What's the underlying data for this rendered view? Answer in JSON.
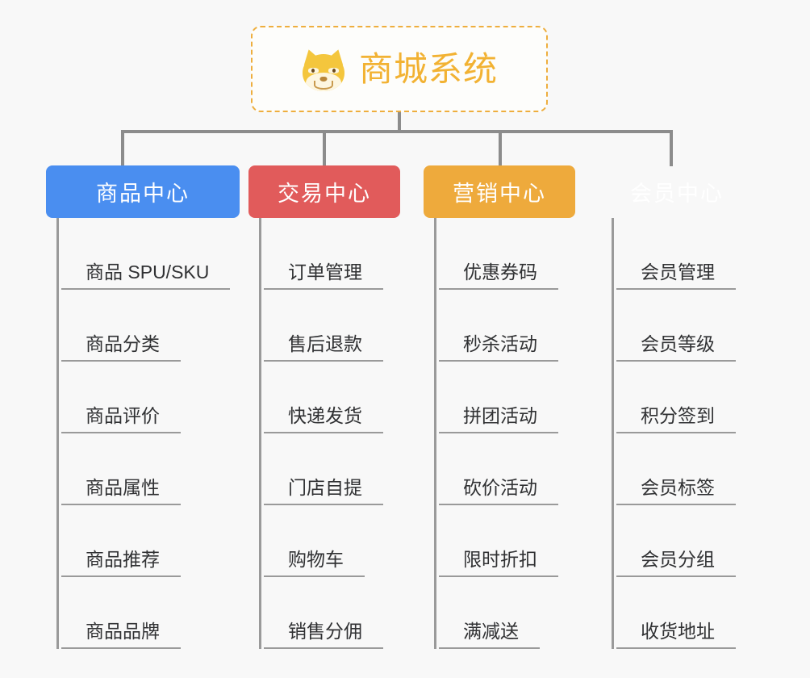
{
  "diagram": {
    "type": "org-chart-mindmap",
    "background_color": "#f8f8f8",
    "connector_color": "#8c8c8c",
    "root": {
      "title": "商城系统",
      "icon": "shiba-dog-face-icon",
      "text_color": "#f2b233",
      "border_color": "#eeae3e",
      "border_style": "dashed",
      "fill_color": "#fdfdfb"
    },
    "categories": [
      {
        "label": "商品中心",
        "color": "#4a8ef0",
        "items": [
          "商品 SPU/SKU",
          "商品分类",
          "商品评价",
          "商品属性",
          "商品推荐",
          "商品品牌"
        ]
      },
      {
        "label": "交易中心",
        "color": "#e15b5b",
        "items": [
          "订单管理",
          "售后退款",
          "快递发货",
          "门店自提",
          "购物车",
          "销售分佣"
        ]
      },
      {
        "label": "营销中心",
        "color": "#eeaa3c",
        "items": [
          "优惠券码",
          "秒杀活动",
          "拼团活动",
          "砍价活动",
          "限时折扣",
          "满减送"
        ]
      },
      {
        "label": "会员中心",
        "color": "#7cc košer",
        "items": [
          "会员管理",
          "会员等级",
          "积分签到",
          "会员标签",
          "会员分组",
          "收货地址"
        ]
      }
    ]
  }
}
